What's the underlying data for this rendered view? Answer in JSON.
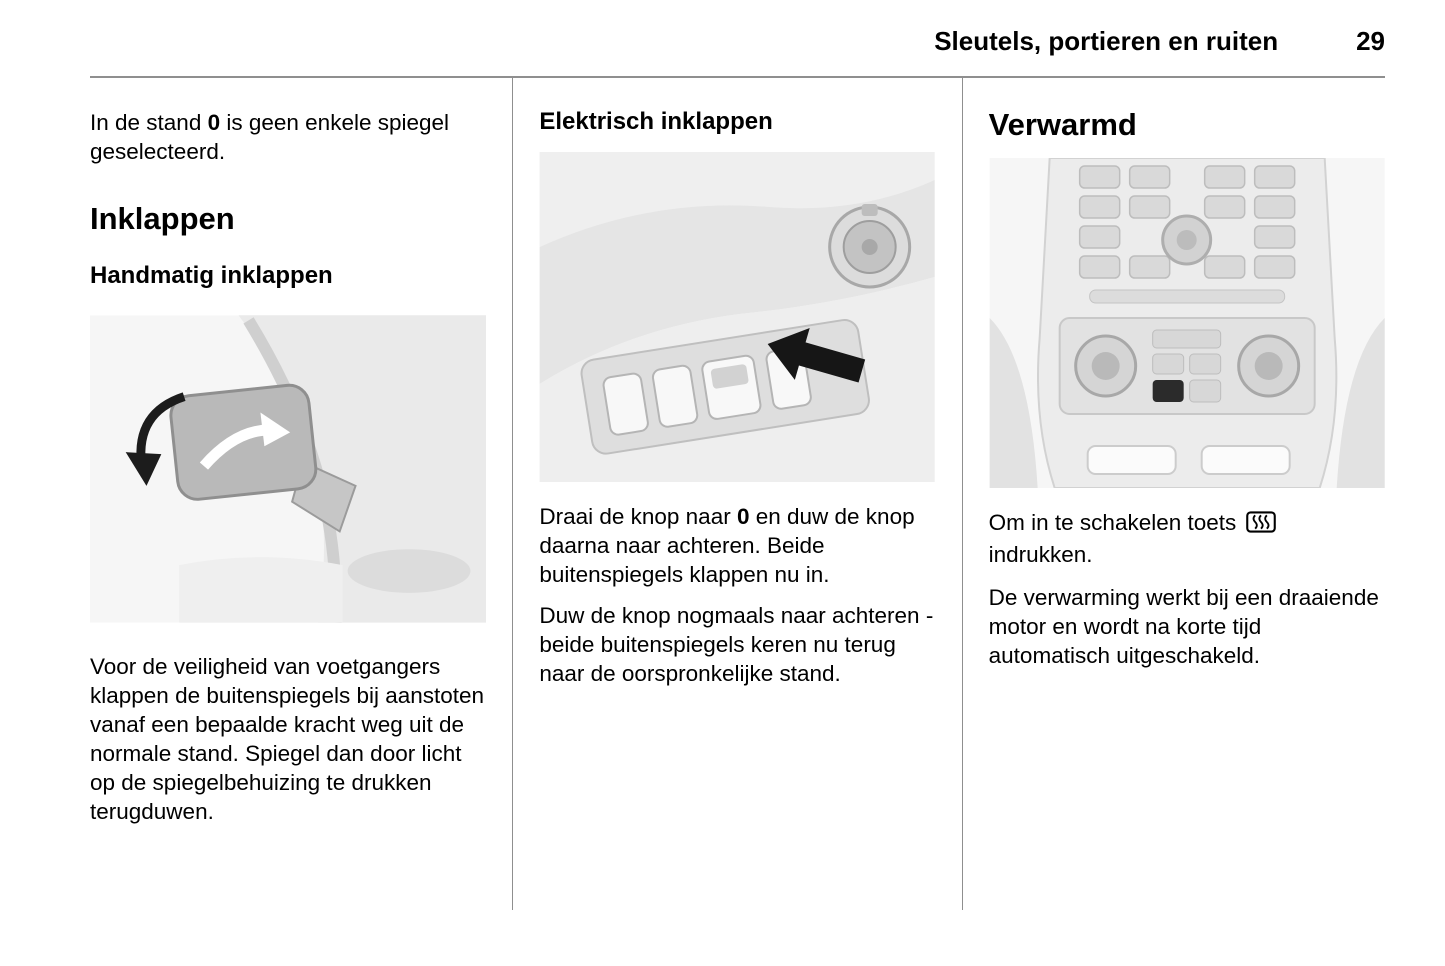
{
  "header": {
    "title": "Sleutels, portieren en ruiten",
    "page_number": "29"
  },
  "left_column": {
    "intro": {
      "pre": "In de stand ",
      "bold": "0",
      "post": " is geen enkele spiegel geselecteerd."
    },
    "section_heading": "Inklappen",
    "subsection_heading": "Handmatig inklappen",
    "illustration": "car-side-mirror-manual-fold-illustration",
    "body": "Voor de veiligheid van voetgangers klappen de buitenspiegels bij aanstoten vanaf een bepaalde kracht weg uit de normale stand. Spiegel dan door licht op de spiegelbehuizing te drukken terugduwen."
  },
  "middle_column": {
    "heading": "Elektrisch inklappen",
    "illustration": "door-panel-mirror-switch-illustration",
    "para1": {
      "pre": "Draai de knop naar ",
      "bold": "0",
      "post": " en duw de knop daarna naar achteren. Beide buitenspiegels klappen nu in."
    },
    "para2": "Duw de knop nogmaals naar achteren - beide buitenspiegels keren nu terug naar de oorspronkelijke stand."
  },
  "right_column": {
    "heading": "Verwarmd",
    "illustration": "center-console-climate-controls-illustration",
    "para1": {
      "pre": "Om in te schakelen toets ",
      "icon": "heated-rear-window-icon",
      "post": " indrukken."
    },
    "para2": "De verwarming werkt bij een draaiende motor en wordt na korte tijd automatisch uitgeschakeld."
  },
  "colors": {
    "text": "#000000",
    "divider": "#8f8f8f",
    "illustration_light": "#ececec",
    "illustration_mid": "#c3c3c3",
    "illustration_dark": "#1c1c1c"
  }
}
